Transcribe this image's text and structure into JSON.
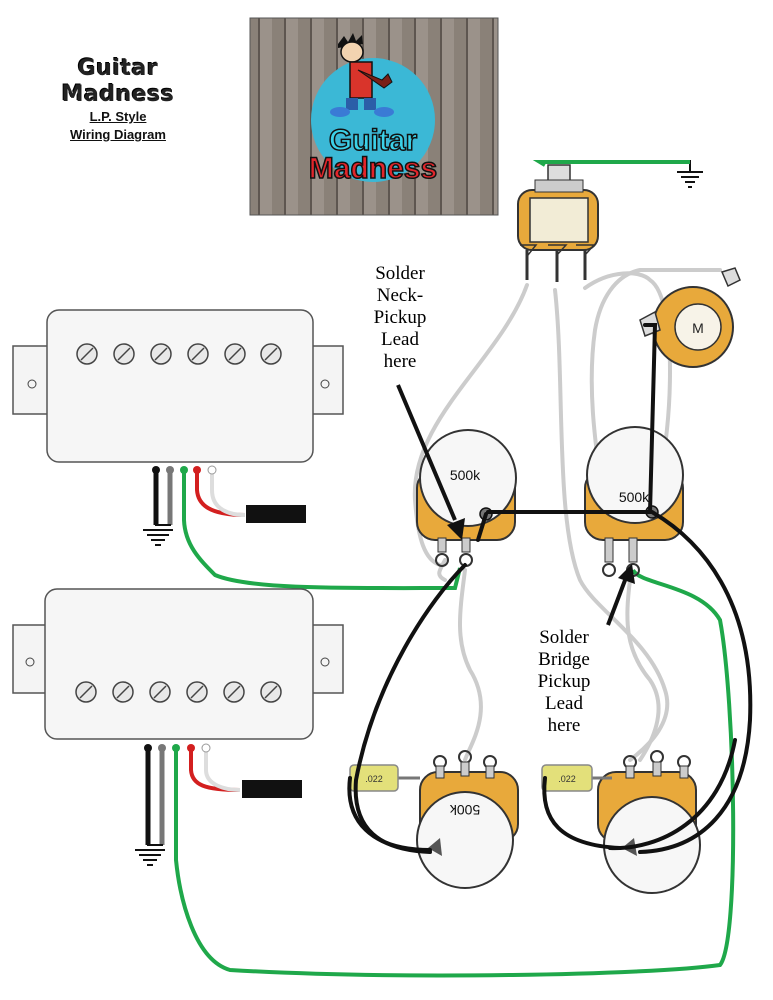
{
  "header": {
    "brand_name": "Guitar Madness",
    "subtitle_line1": "L.P. Style",
    "subtitle_line2": "Wiring Diagram"
  },
  "logo": {
    "line1": "Guitar",
    "line2": "Madness"
  },
  "annotations": {
    "neck_note": [
      "Solder",
      "Neck-",
      "Pickup",
      "Lead",
      "here"
    ],
    "bridge_note": [
      "Solder",
      "Bridge",
      "Pickup",
      "Lead",
      "here"
    ]
  },
  "components": {
    "volume_pot_neck": "500k",
    "volume_pot_bridge": "500k",
    "tone_pot_neck": "500k",
    "jack_label": "M",
    "cap_neck": ".022",
    "cap_bridge": ".022"
  },
  "colors": {
    "pot_body": "#e8a93b",
    "cap_body": "#e3e07a",
    "wire_green": "#1fa84a",
    "wire_red": "#d31f1f",
    "wire_black": "#111111",
    "wire_gray": "#cccccc"
  }
}
